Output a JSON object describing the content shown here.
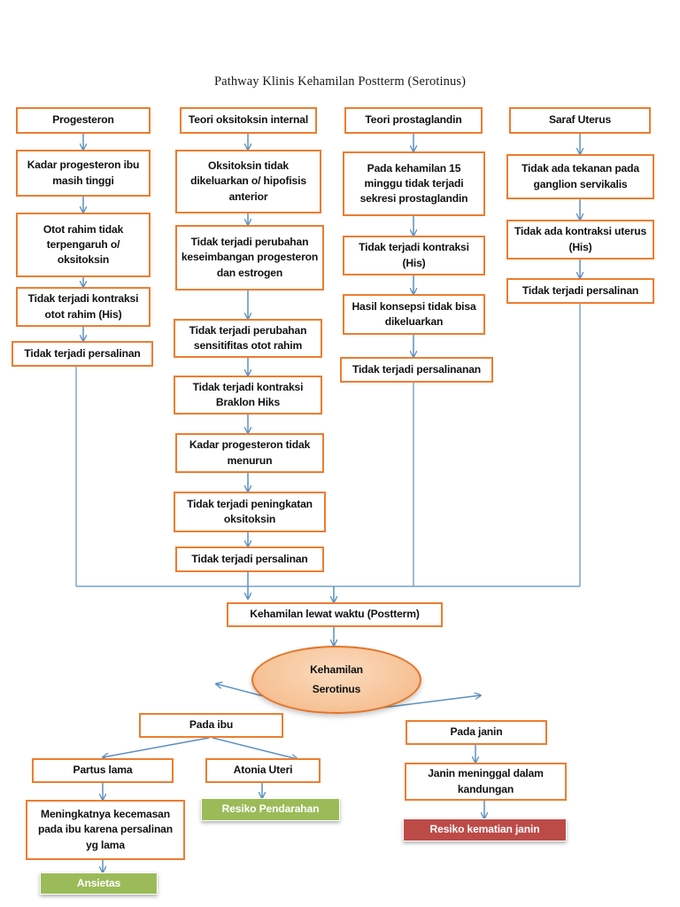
{
  "title": "Pathway Klinis Kehamilan Postterm (Serotinus)",
  "colors": {
    "box_border_orange": "#ED7D31",
    "connector_blue": "#5B8FBF",
    "ellipse_fill": "#F7C79D",
    "result_green": "#9BBB59",
    "result_red": "#BC4B48",
    "text_dark": "#111111",
    "text_on_fill": "#FFFFFF",
    "background": "#FFFFFF"
  },
  "columns": [
    {
      "name": "progesteron",
      "header": "Progesteron",
      "nodes": [
        "Progesteron",
        "Kadar progesteron ibu masih tinggi",
        "Otot rahim tidak terpengaruh o/ oksitoksin",
        "Tidak terjadi kontraksi otot rahim (His)",
        "Tidak terjadi persalinan"
      ]
    },
    {
      "name": "teori-oksitoksin-internal",
      "header": "Teori oksitoksin internal",
      "nodes": [
        "Teori oksitoksin internal",
        "Oksitoksin tidak dikeluarkan o/ hipofisis anterior",
        "Tidak terjadi perubahan keseimbangan progesteron dan estrogen",
        "Tidak terjadi perubahan sensitifitas otot rahim",
        "Tidak terjadi kontraksi Braklon Hiks",
        "Kadar progesteron tidak menurun",
        "Tidak terjadi peningkatan oksitoksin",
        "Tidak terjadi persalinan"
      ]
    },
    {
      "name": "teori-prostaglandin",
      "header": "Teori prostaglandin",
      "nodes": [
        "Teori prostaglandin",
        "Pada kehamilan 15 minggu tidak terjadi sekresi prostaglandin",
        "Tidak terjadi kontraksi (His)",
        "Hasil konsepsi tidak bisa dikeluarkan",
        "Tidak terjadi persalinanan"
      ]
    },
    {
      "name": "saraf-uterus",
      "header": "Saraf Uterus",
      "nodes": [
        "Saraf Uterus",
        "Tidak ada tekanan pada ganglion servikalis",
        "Tidak ada kontraksi uterus (His)",
        "Tidak terjadi persalinan"
      ]
    }
  ],
  "nodes": {
    "c1n1": "Progesteron",
    "c1n2": "Kadar progesteron ibu masih tinggi",
    "c1n3": "Otot rahim tidak terpengaruh o/ oksitoksin",
    "c1n4": "Tidak terjadi kontraksi otot rahim (His)",
    "c1n5": "Tidak terjadi persalinan",
    "c2n1": "Teori oksitoksin internal",
    "c2n2": "Oksitoksin tidak dikeluarkan o/ hipofisis anterior",
    "c2n3": "Tidak terjadi perubahan keseimbangan progesteron dan estrogen",
    "c2n4": "Tidak terjadi perubahan sensitifitas otot rahim",
    "c2n5": "Tidak terjadi kontraksi Braklon Hiks",
    "c2n6": "Kadar progesteron tidak menurun",
    "c2n7": "Tidak terjadi peningkatan oksitoksin",
    "c2n8": "Tidak terjadi persalinan",
    "c3n1": "Teori prostaglandin",
    "c3n2": "Pada kehamilan 15 minggu tidak terjadi sekresi prostaglandin",
    "c3n3": "Tidak terjadi kontraksi (His)",
    "c3n4": "Hasil konsepsi tidak bisa dikeluarkan",
    "c3n5": "Tidak terjadi persalinanan",
    "c4n1": "Saraf Uterus",
    "c4n2": "Tidak ada tekanan pada ganglion servikalis",
    "c4n3": "Tidak ada kontraksi uterus (His)",
    "c4n4": "Tidak terjadi persalinan",
    "merge": "Kehamilan lewat waktu (Postterm)",
    "diagnosis": "Kehamilan\nSerotinus",
    "diagnosis_line1": "Kehamilan",
    "diagnosis_line2": "Serotinus",
    "branch_mother": "Pada ibu",
    "branch_fetus": "Pada janin",
    "mother_a": "Partus lama",
    "mother_b": "Atonia Uteri",
    "mother_a_detail": "Meningkatnya kecemasan pada ibu karena persalinan yg lama",
    "mother_a_result": "Ansietas",
    "mother_b_result": "Resiko Pendarahan",
    "fetus_a": "Janin meninggal dalam kandungan",
    "fetus_a_result": "Resiko kematian janin"
  }
}
